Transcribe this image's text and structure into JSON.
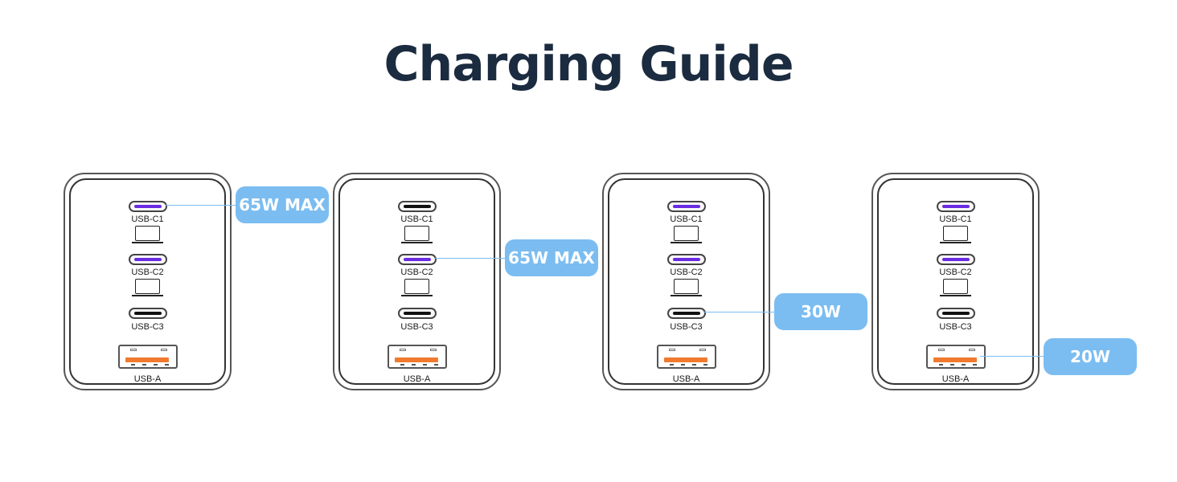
{
  "title": "Charging Guide",
  "colors": {
    "title": "#1b2b40",
    "active_port": "#6a2be2",
    "inactive_port": "#111111",
    "usb_a_bar": "#f07a2e",
    "callout": "#7bbdf1"
  },
  "chargers": [
    {
      "ports": [
        {
          "label": "USB-C1",
          "type": "usb-c",
          "active": true,
          "device": "laptop-icon"
        },
        {
          "label": "USB-C2",
          "type": "usb-c",
          "active": true,
          "device": "laptop-icon"
        },
        {
          "label": "USB-C3",
          "type": "usb-c",
          "active": false
        },
        {
          "label": "USB-A",
          "type": "usb-a"
        }
      ],
      "callout": {
        "text": "65W MAX",
        "port": "USB-C1"
      }
    },
    {
      "ports": [
        {
          "label": "USB-C1",
          "type": "usb-c",
          "active": false,
          "device": "laptop-icon"
        },
        {
          "label": "USB-C2",
          "type": "usb-c",
          "active": true,
          "device": "laptop-icon"
        },
        {
          "label": "USB-C3",
          "type": "usb-c",
          "active": false
        },
        {
          "label": "USB-A",
          "type": "usb-a"
        }
      ],
      "callout": {
        "text": "65W MAX",
        "port": "USB-C2"
      }
    },
    {
      "ports": [
        {
          "label": "USB-C1",
          "type": "usb-c",
          "active": true,
          "device": "laptop-icon"
        },
        {
          "label": "USB-C2",
          "type": "usb-c",
          "active": true,
          "device": "laptop-icon"
        },
        {
          "label": "USB-C3",
          "type": "usb-c",
          "active": false
        },
        {
          "label": "USB-A",
          "type": "usb-a"
        }
      ],
      "callout": {
        "text": "30W",
        "port": "USB-C3"
      }
    },
    {
      "ports": [
        {
          "label": "USB-C1",
          "type": "usb-c",
          "active": true,
          "device": "laptop-icon"
        },
        {
          "label": "USB-C2",
          "type": "usb-c",
          "active": true,
          "device": "laptop-icon"
        },
        {
          "label": "USB-C3",
          "type": "usb-c",
          "active": false
        },
        {
          "label": "USB-A",
          "type": "usb-a"
        }
      ],
      "callout": {
        "text": "20W",
        "port": "USB-A"
      }
    }
  ]
}
